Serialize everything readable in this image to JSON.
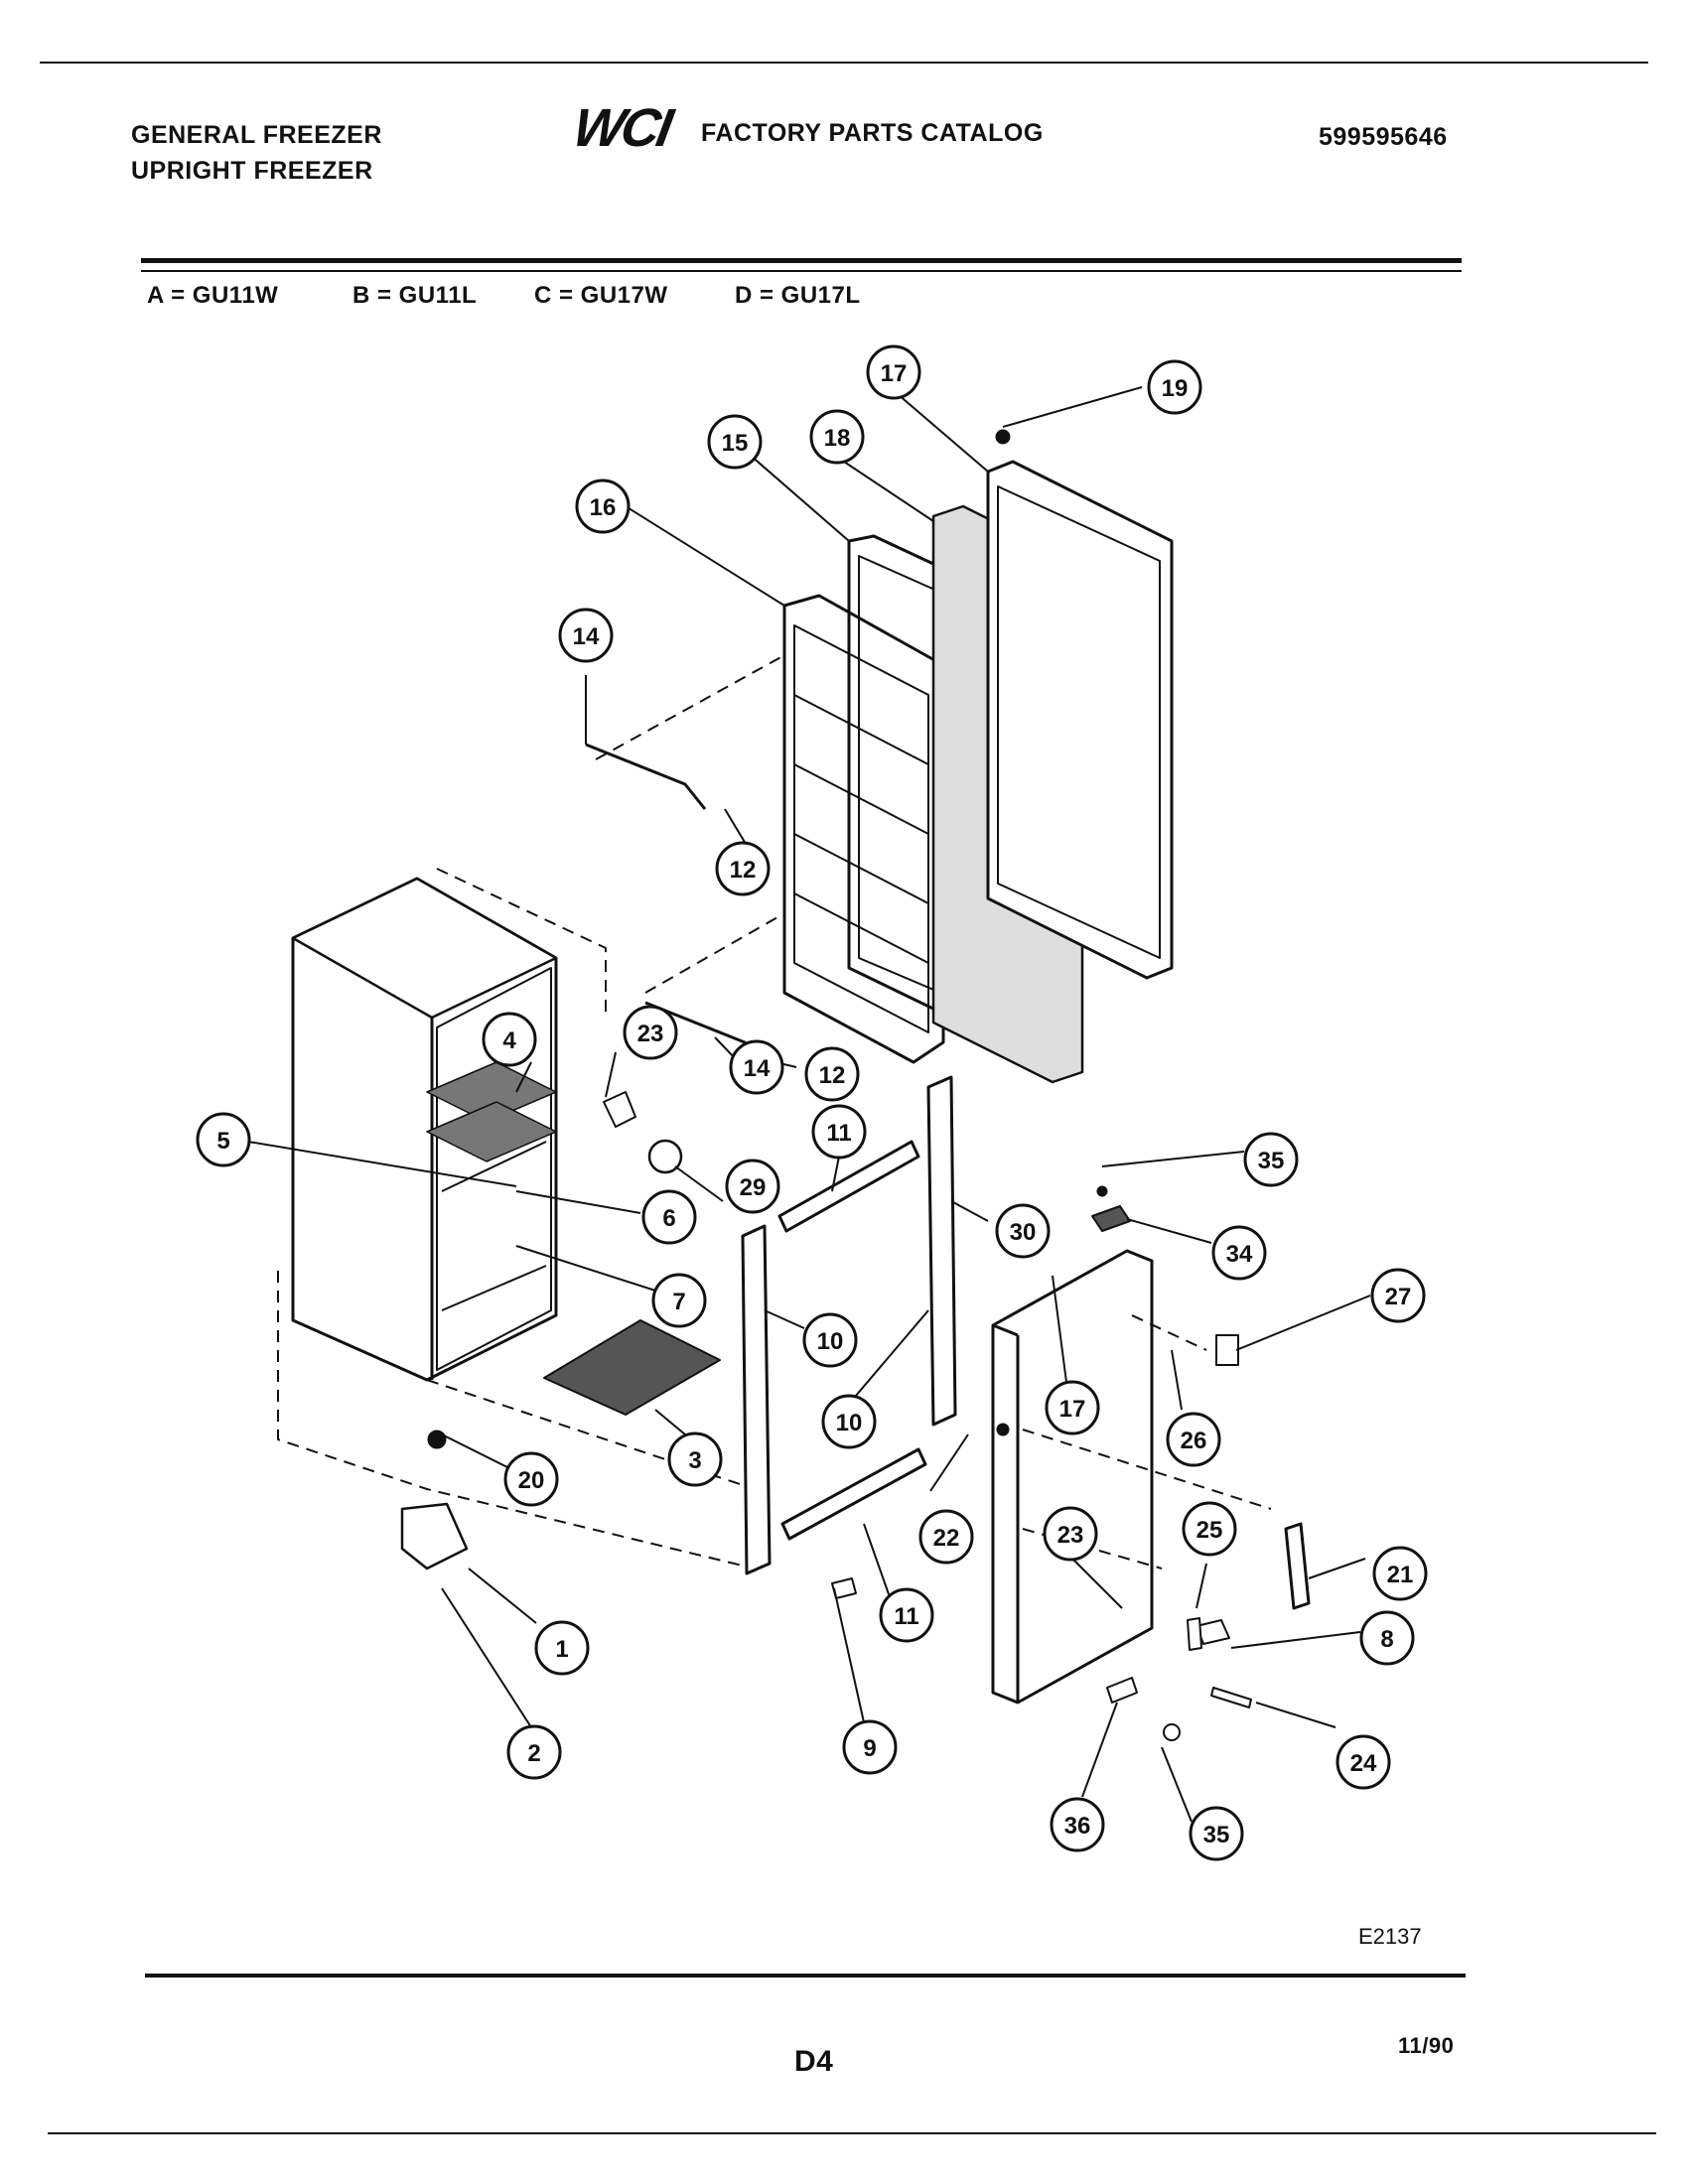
{
  "header": {
    "line1": "GENERAL FREEZER",
    "line2": "UPRIGHT FREEZER",
    "logo": "WCI",
    "catalog_title": "FACTORY PARTS CATALOG",
    "catalog_number": "599595646"
  },
  "models": [
    {
      "text": "A = GU11W"
    },
    {
      "text": "B = GU11L"
    },
    {
      "text": "C = GU17W"
    },
    {
      "text": "D = GU17L"
    }
  ],
  "callouts": [
    "1",
    "2",
    "3",
    "4",
    "5",
    "6",
    "7",
    "8",
    "9",
    "10",
    "10",
    "11",
    "11",
    "12",
    "12",
    "14",
    "14",
    "15",
    "16",
    "17",
    "17",
    "18",
    "19",
    "20",
    "21",
    "22",
    "23",
    "23",
    "24",
    "25",
    "26",
    "27",
    "29",
    "30",
    "34",
    "35",
    "35",
    "36"
  ],
  "footer": {
    "drawing_code": "E2137",
    "page": "D4",
    "date": "11/90"
  }
}
